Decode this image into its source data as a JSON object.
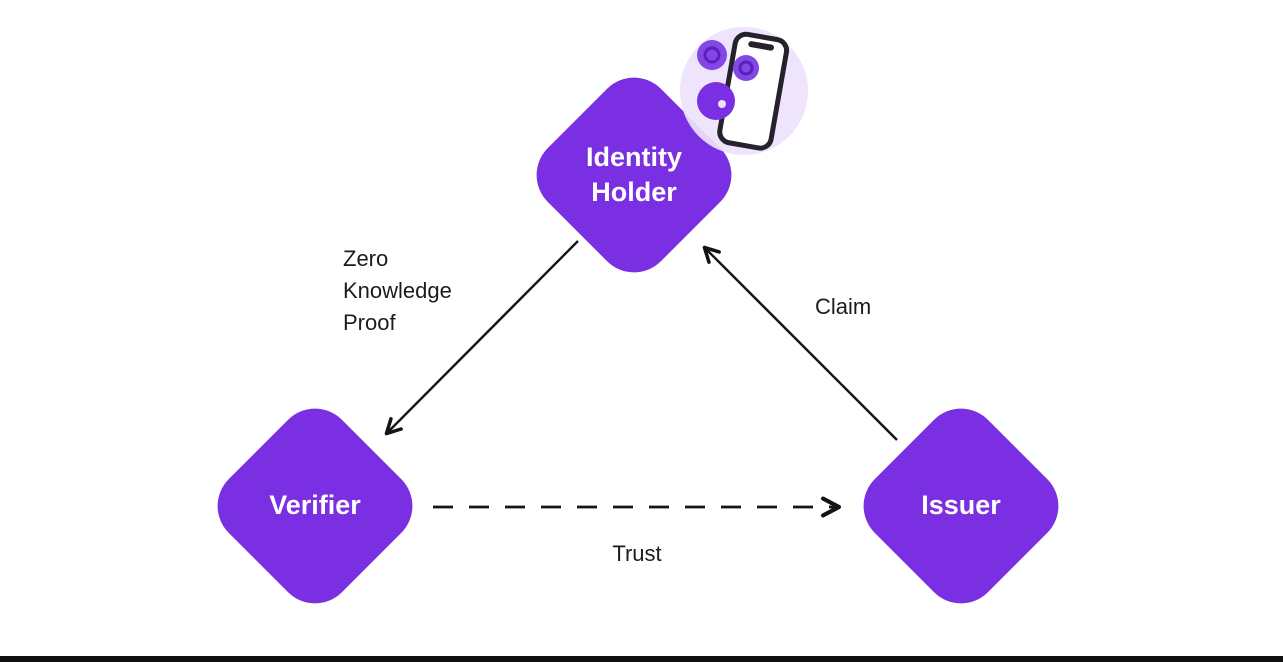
{
  "diagram": {
    "nodes": {
      "identity_holder": {
        "label": "Identity\nHolder"
      },
      "verifier": {
        "label": "Verifier"
      },
      "issuer": {
        "label": "Issuer"
      }
    },
    "edges": {
      "zero_knowledge_proof": {
        "label": "Zero\nKnowledge\nProof",
        "style": "solid",
        "from": "identity_holder",
        "to": "verifier"
      },
      "claim": {
        "label": "Claim",
        "style": "solid",
        "from": "issuer",
        "to": "identity_holder"
      },
      "trust": {
        "label": "Trust",
        "style": "dashed",
        "from": "verifier",
        "to": "issuer"
      }
    },
    "colors": {
      "node_fill": "#7B2FE2",
      "node_text": "#ffffff",
      "arrow": "#141414",
      "label_text": "#1c1c1c",
      "illustration_bubble": "#EDE2FC",
      "coin": "#8247E5",
      "bottom_bar": "#101010"
    },
    "icons": [
      "phone-icon",
      "coin-icon",
      "wallet-icon"
    ]
  }
}
